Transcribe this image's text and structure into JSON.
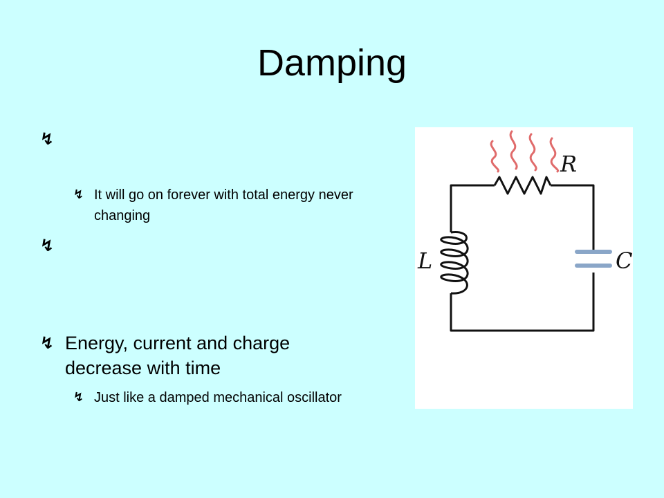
{
  "slide": {
    "title": "Damping",
    "bullet_marker": "↯",
    "bullets": [
      {
        "level": 1,
        "text": ""
      },
      {
        "level": 2,
        "text": "It will go on forever with total energy never changing"
      },
      {
        "level": 1,
        "text": ""
      },
      {
        "level": 1,
        "text": "Energy, current and charge decrease with time"
      },
      {
        "level": 2,
        "text": "Just like a damped mechanical oscillator"
      }
    ]
  },
  "circuit": {
    "labels": {
      "resistor": "R",
      "inductor": "L",
      "capacitor": "C"
    },
    "colors": {
      "wire": "#111111",
      "heat": "#e06b6b",
      "capacitor_plates": "#8aa6c8",
      "background": "#ffffff"
    },
    "icons": [
      "heat-wave-icon",
      "resistor-icon",
      "inductor-coil-icon",
      "capacitor-icon"
    ]
  },
  "colors": {
    "slide_background": "#ccffff",
    "text": "#000000"
  }
}
